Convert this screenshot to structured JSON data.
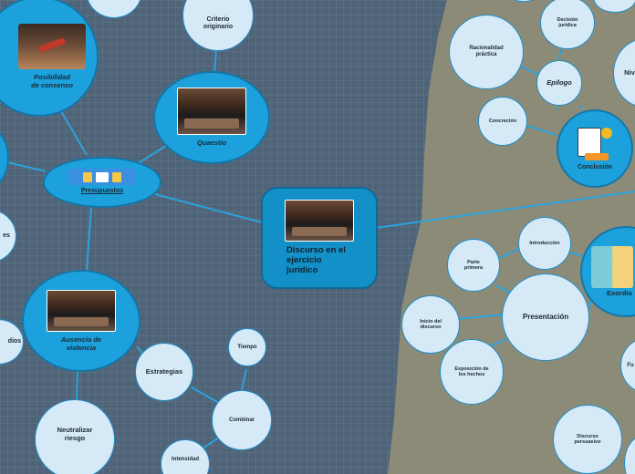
{
  "central": {
    "title": "Discurso en el ejercicio jurídico"
  },
  "left": {
    "presupuestos": "Presupuestos",
    "quaestio": "Quaestio",
    "criterio_originario": "Criterio originario",
    "posibilidad_consenso": "Posibilidad de consenso",
    "ausencia_violencia": "Ausencia de violencia",
    "estrategias": "Estrategias",
    "combinar": "Combinar",
    "tiempo": "Tiempo",
    "intensidad": "Intensidad",
    "neutralizar_riesgo": "Neutralizar riesgo",
    "partial_es": "es",
    "partial_dios": "dios"
  },
  "right": {
    "conclusion": "Conclusión",
    "epilogo": "Epílogo",
    "racionalidad_practica": "Racionalidad práctica",
    "decision_juridica": "Decisión jurídica",
    "concrecion": "Concreción",
    "partial_nive": "Nive",
    "exordio": "Exordio",
    "introduccion": "Introducción",
    "parte_primera": "Parte primera",
    "presentacion": "Presentación",
    "inicio_discurso": "Inicio del discurso",
    "exposicion_hechos": "Exposición de los hechos",
    "discurso_persuasivo": "Discurso persuasivo",
    "partial_fu": "Fu"
  },
  "colors": {
    "sea": "#4f6478",
    "land": "#8c8b78",
    "main_node": "#1da1dc",
    "sub_node": "#d6e9f7",
    "connector": "#2aa3dd"
  }
}
